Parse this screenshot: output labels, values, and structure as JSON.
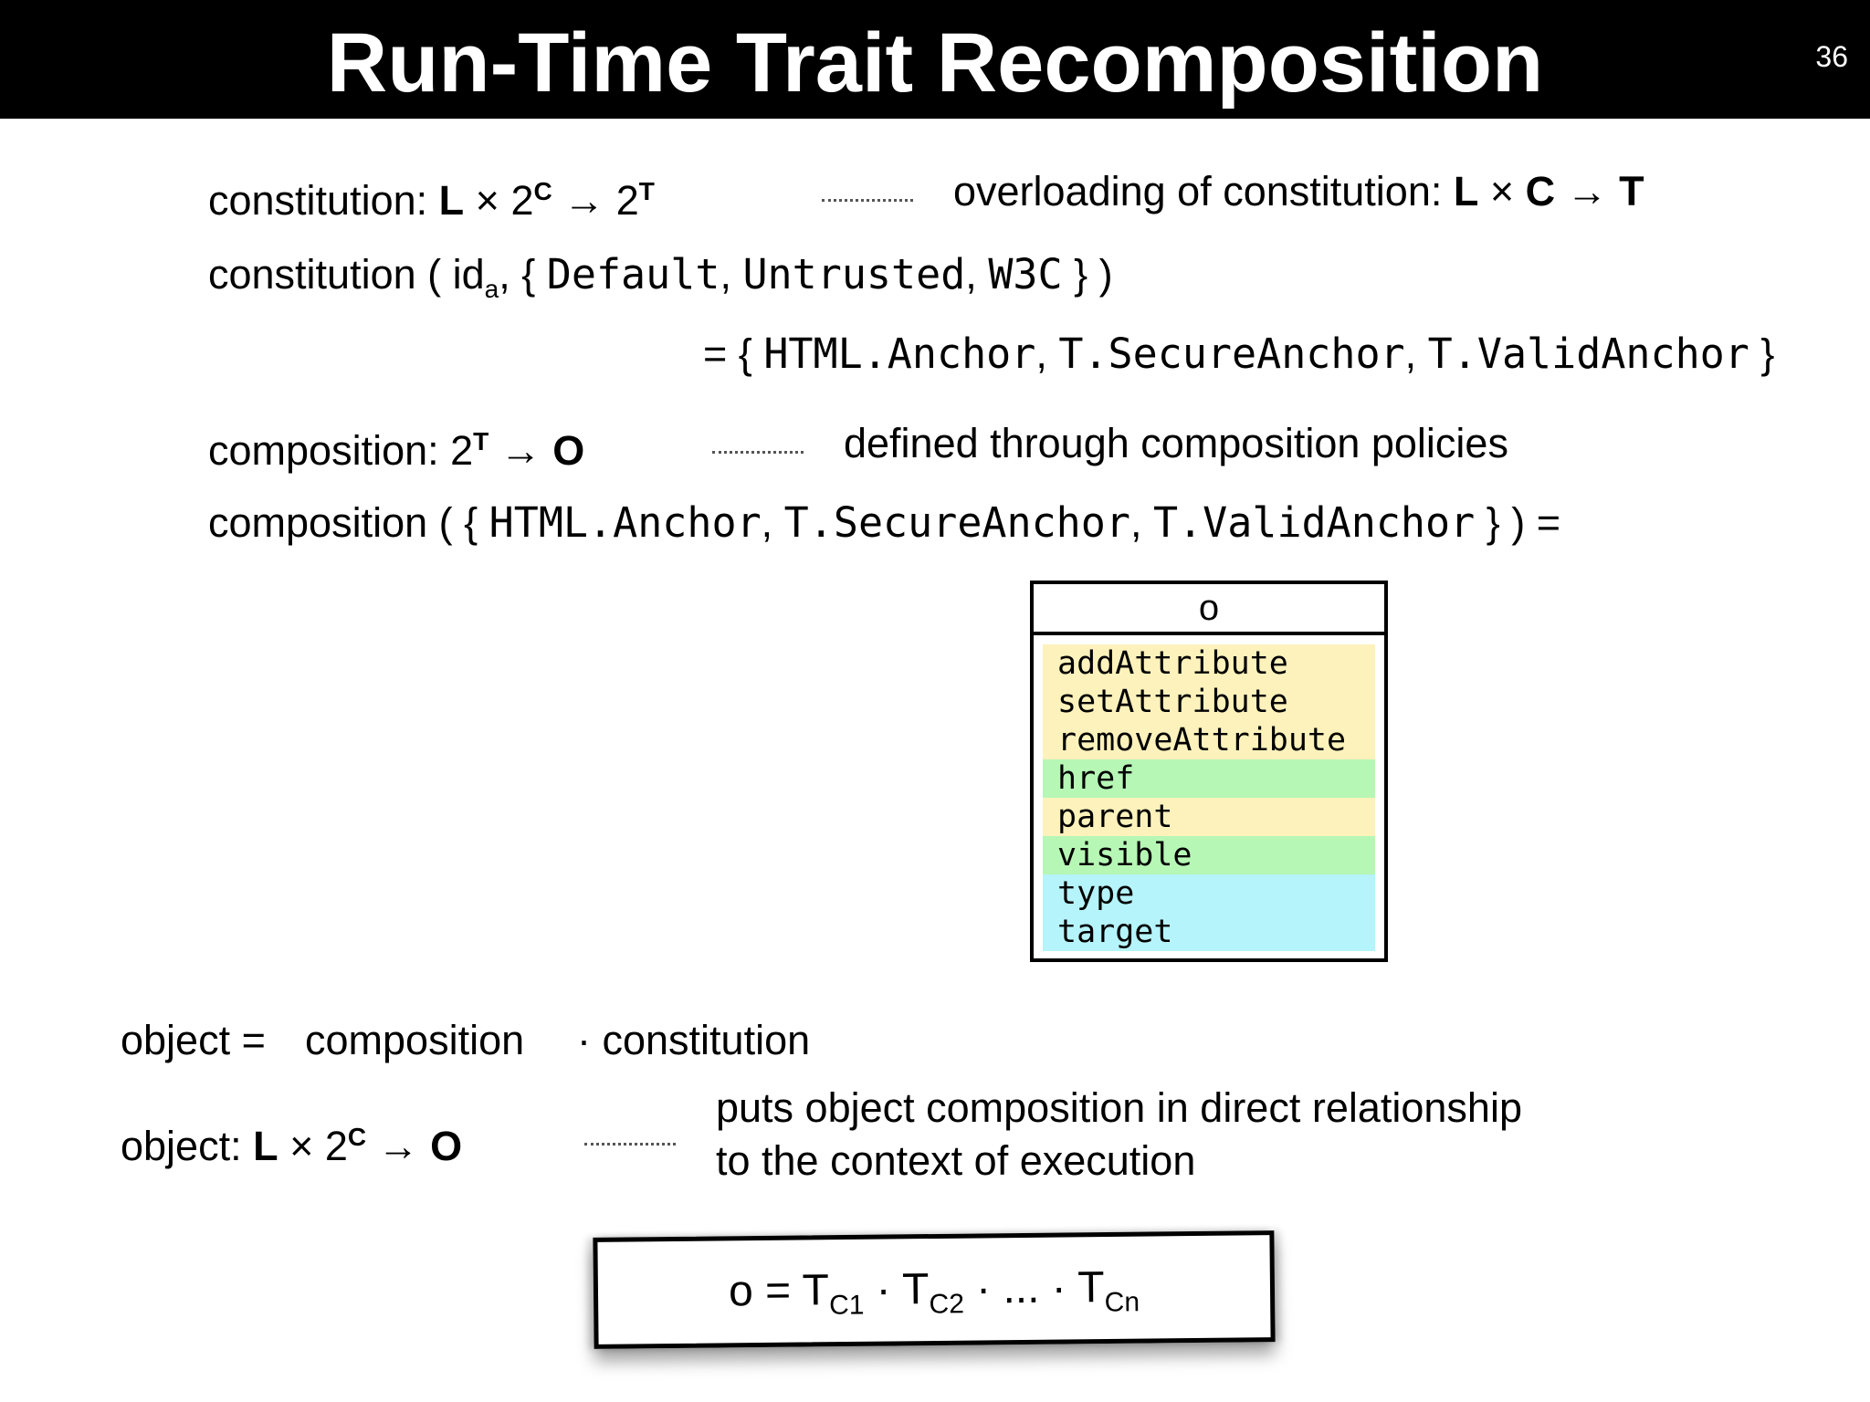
{
  "header": {
    "title": "Run-Time Trait Recomposition",
    "page_number": "36"
  },
  "lines": {
    "l1_left_prefix": "constitution: ",
    "l1_left_L": "L",
    "l1_left_times": " × 2",
    "l1_left_sup1": "C",
    "l1_left_arrow": " → 2",
    "l1_left_sup2": "T",
    "l1_right_prefix": "overloading of constitution: ",
    "l1_right_L": "L",
    "l1_right_times": " × ",
    "l1_right_C": "C",
    "l1_right_arrow": " → ",
    "l1_right_T": "T",
    "l2_prefix": "constitution ( id",
    "l2_sub": "a",
    "l2_open": ", { ",
    "l2_arg1": "Default",
    "l2_comma1": ", ",
    "l2_arg2": "Untrusted",
    "l2_comma2": ", ",
    "l2_arg3": "W3C",
    "l2_close": " } )",
    "l3_open": "= { ",
    "l3_v1": "HTML.Anchor",
    "l3_c1": ", ",
    "l3_v2": "T.SecureAnchor",
    "l3_c2": ", ",
    "l3_v3": "T.ValidAnchor",
    "l3_close": " }",
    "l4_prefix": "composition: 2",
    "l4_sup": "T",
    "l4_arrow": " → ",
    "l4_O": "O",
    "l4_right": "defined through composition policies",
    "l5_prefix": "composition ( { ",
    "l5_v1": "HTML.Anchor",
    "l5_c1": ", ",
    "l5_v2": "T.SecureAnchor",
    "l5_c2": ", ",
    "l5_v3": "T.ValidAnchor",
    "l5_close": " } ) =",
    "l6_a": "object =",
    "l6_b": "composition",
    "l6_c": "· constitution",
    "l7_prefix": "object: ",
    "l7_L": "L",
    "l7_times": " × 2",
    "l7_sup": "C",
    "l7_arrow": " → ",
    "l7_O": "O",
    "l7_right1": "puts object composition in direct relationship",
    "l7_right2": "to the context of execution"
  },
  "class_box": {
    "name": "o",
    "members": [
      {
        "label": "addAttribute",
        "color": "#fdf2bb"
      },
      {
        "label": "setAttribute",
        "color": "#fdf2bb"
      },
      {
        "label": "removeAttribute",
        "color": "#fdf2bb"
      },
      {
        "label": "href",
        "color": "#b6f7b5"
      },
      {
        "label": "parent",
        "color": "#fdf2bb"
      },
      {
        "label": "visible",
        "color": "#b6f7b5"
      },
      {
        "label": "type",
        "color": "#b5f4fb"
      },
      {
        "label": "target",
        "color": "#b5f4fb"
      }
    ]
  },
  "formula": {
    "lhs": "o = T",
    "s1": "C1",
    "dot1": " · T",
    "s2": "C2",
    "mid": " · ... · T",
    "s3": "Cn"
  }
}
